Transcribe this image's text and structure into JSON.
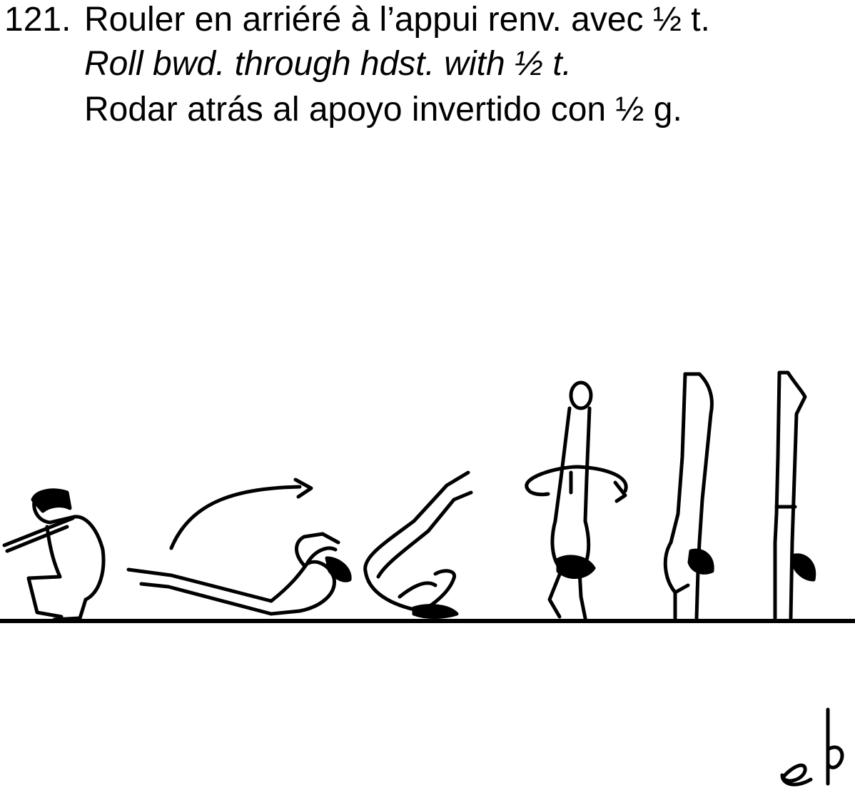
{
  "element": {
    "number": "121.",
    "french": "Rouler en arriéré à l’appui renv. avec ½ t.",
    "english": "Roll bwd. through hdst. with ½ t.",
    "spanish": "Rodar atrás al apoyo invertido con ½ g."
  },
  "signature": "ep",
  "colors": {
    "ink": "#000000",
    "background": "#ffffff"
  }
}
